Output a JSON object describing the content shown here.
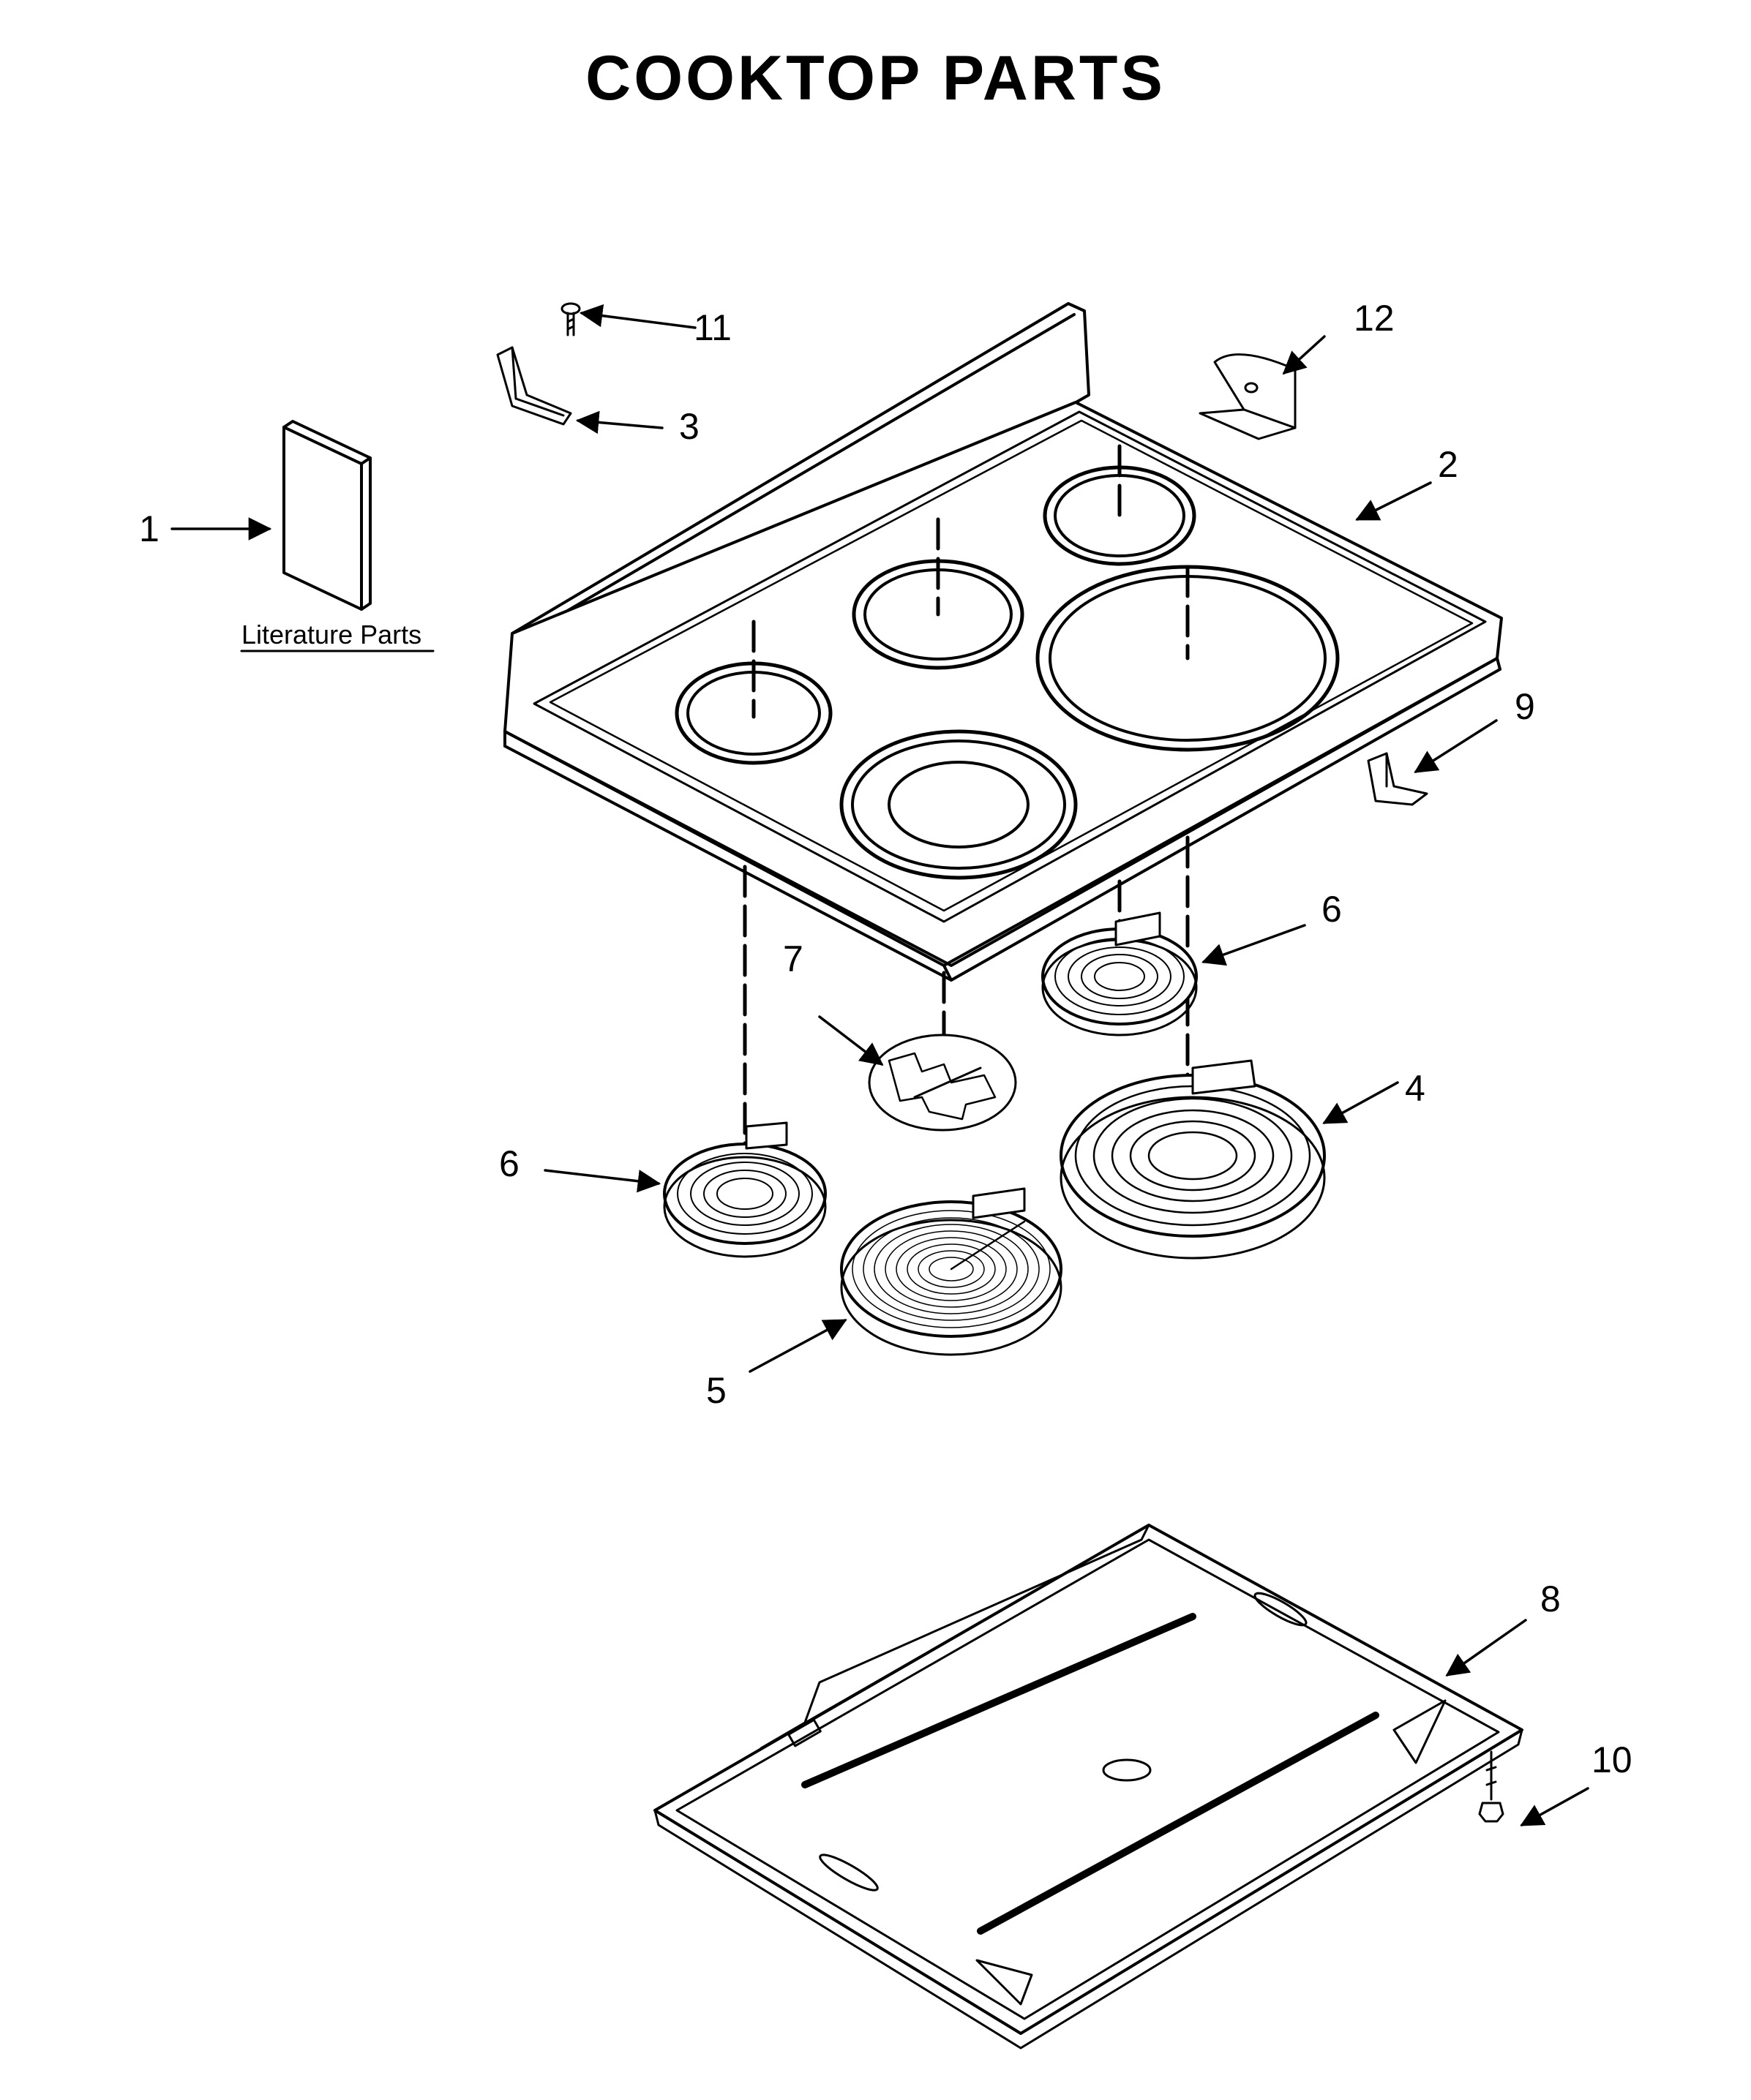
{
  "title": "COOKTOP PARTS",
  "literature_label": "Literature Parts",
  "callouts": {
    "c1": "1",
    "c2": "2",
    "c3": "3",
    "c4": "4",
    "c5": "5",
    "c6a": "6",
    "c6b": "6",
    "c7": "7",
    "c8": "8",
    "c9": "9",
    "c10": "10",
    "c11": "11",
    "c12": "12"
  }
}
